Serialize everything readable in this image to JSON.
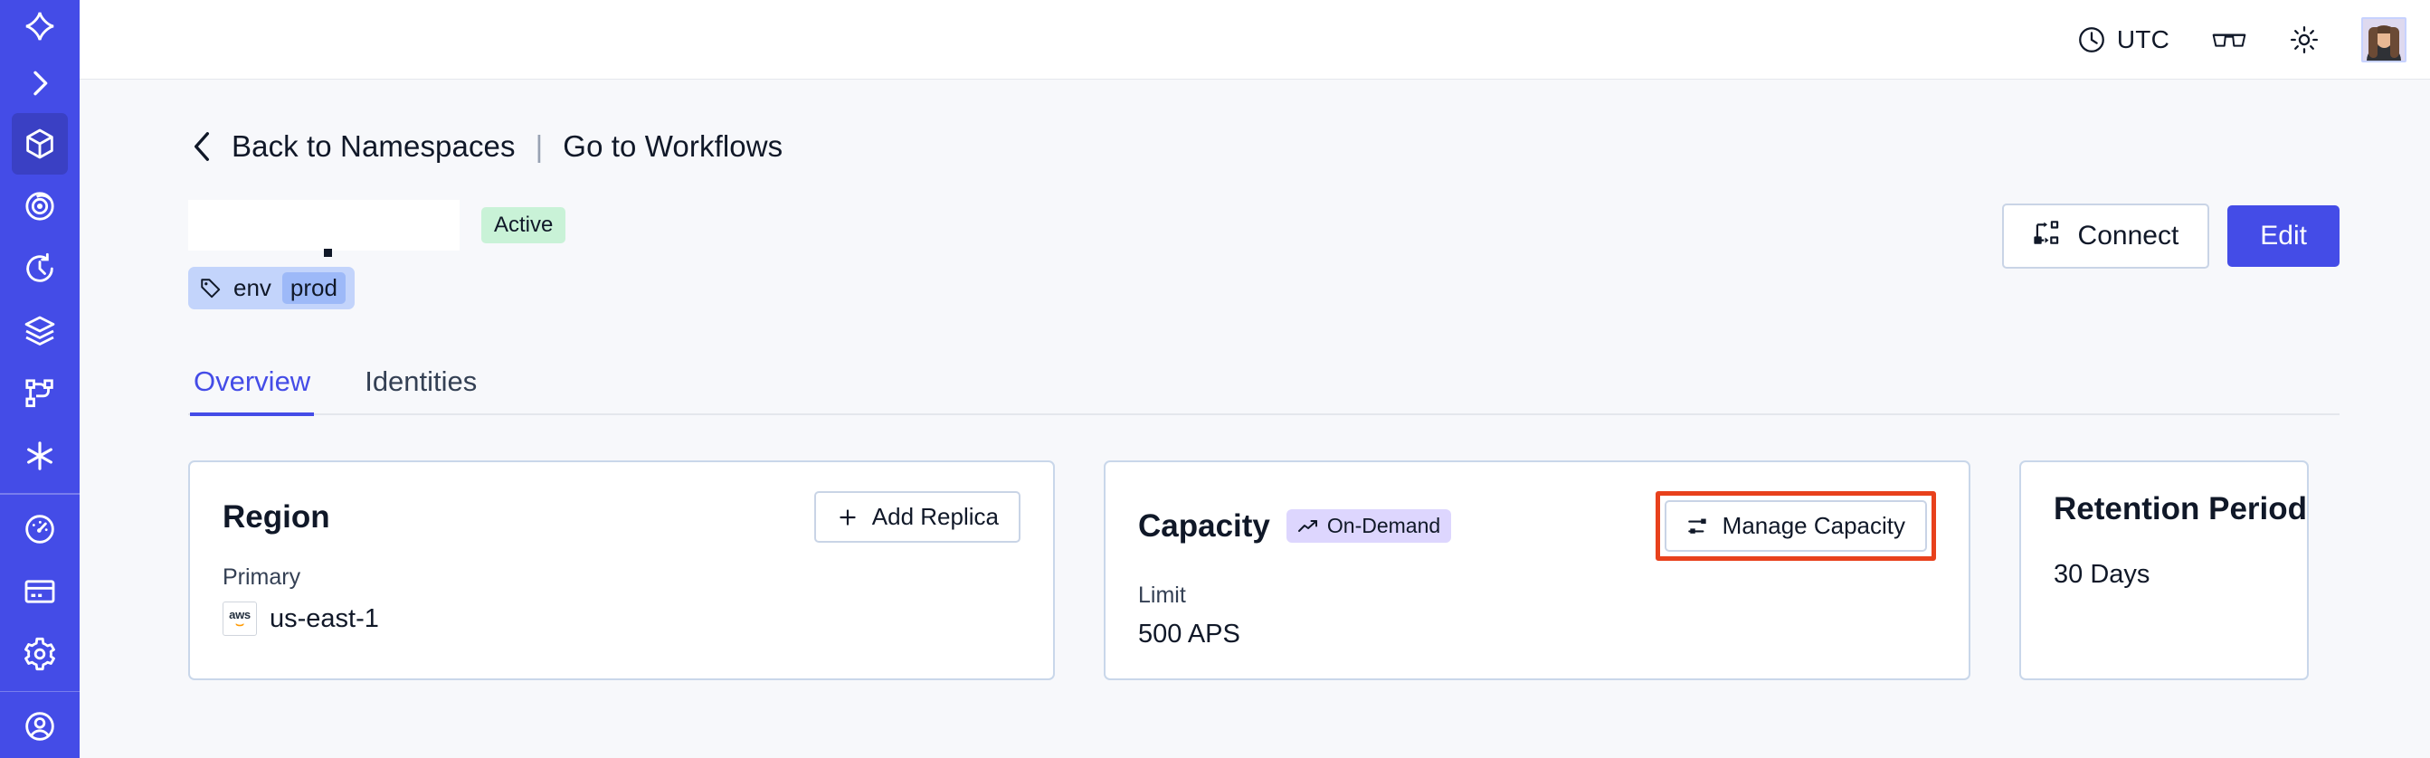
{
  "sidebar": {
    "logo_icon": "temporal-star-logo",
    "expand_icon": "chevron-right-icon",
    "items": [
      {
        "name": "namespaces",
        "icon": "cube-icon",
        "active": true
      },
      {
        "name": "observability",
        "icon": "eye-spiral-icon",
        "active": false
      },
      {
        "name": "history",
        "icon": "clock-rotate-icon",
        "active": false
      },
      {
        "name": "layers",
        "icon": "layers-stack-icon",
        "active": false
      },
      {
        "name": "workflows",
        "icon": "branch-node-icon",
        "active": false
      },
      {
        "name": "schedules",
        "icon": "asterisk-icon",
        "active": false
      }
    ],
    "items_lower": [
      {
        "name": "usage",
        "icon": "gauge-icon",
        "active": false
      },
      {
        "name": "billing",
        "icon": "credit-card-icon",
        "active": false
      },
      {
        "name": "settings",
        "icon": "gear-icon",
        "active": false
      }
    ],
    "items_bottom": [
      {
        "name": "profile",
        "icon": "user-circle-icon",
        "active": false
      }
    ]
  },
  "topbar": {
    "timezone_label": "UTC",
    "timezone_icon": "clock-icon",
    "glasses_icon": "glasses-icon",
    "theme_icon": "sun-icon",
    "avatar_icon": "user-avatar"
  },
  "breadcrumb": {
    "back_icon": "chevron-left-icon",
    "back_label": "Back to Namespaces",
    "separator": "|",
    "forward_label": "Go to Workflows"
  },
  "header": {
    "namespace_name": "",
    "status_badge": "Active",
    "tag": {
      "icon": "tag-icon",
      "key": "env",
      "value": "prod"
    },
    "actions": {
      "connect_label": "Connect",
      "connect_icon": "connect-flow-icon",
      "edit_label": "Edit"
    }
  },
  "tabs": [
    {
      "label": "Overview",
      "active": true
    },
    {
      "label": "Identities",
      "active": false
    }
  ],
  "cards": {
    "region": {
      "title": "Region",
      "action_label": "Add Replica",
      "action_icon": "plus-icon",
      "sub_label": "Primary",
      "provider_icon": "aws-logo",
      "provider_text_top": "aws",
      "value": "us-east-1"
    },
    "capacity": {
      "title": "Capacity",
      "badge_label": "On-Demand",
      "badge_icon": "trend-up-arrow-icon",
      "action_label": "Manage Capacity",
      "action_icon": "sliders-icon",
      "action_highlighted": true,
      "sub_label": "Limit",
      "value": "500 APS"
    },
    "retention": {
      "title": "Retention Period",
      "value": "30 Days"
    }
  },
  "colors": {
    "brand": "#444ce7",
    "sidebar_active": "#3a40c4",
    "page_bg": "#f7f8fb",
    "card_border": "#c9d7ea",
    "status_active_bg": "#c9f2d7",
    "badge_ondemand_bg": "#ddd6fe",
    "tag_bg": "#c3d4fb",
    "tag_value_bg": "#9db9f8",
    "highlight_red": "#e8411c"
  }
}
